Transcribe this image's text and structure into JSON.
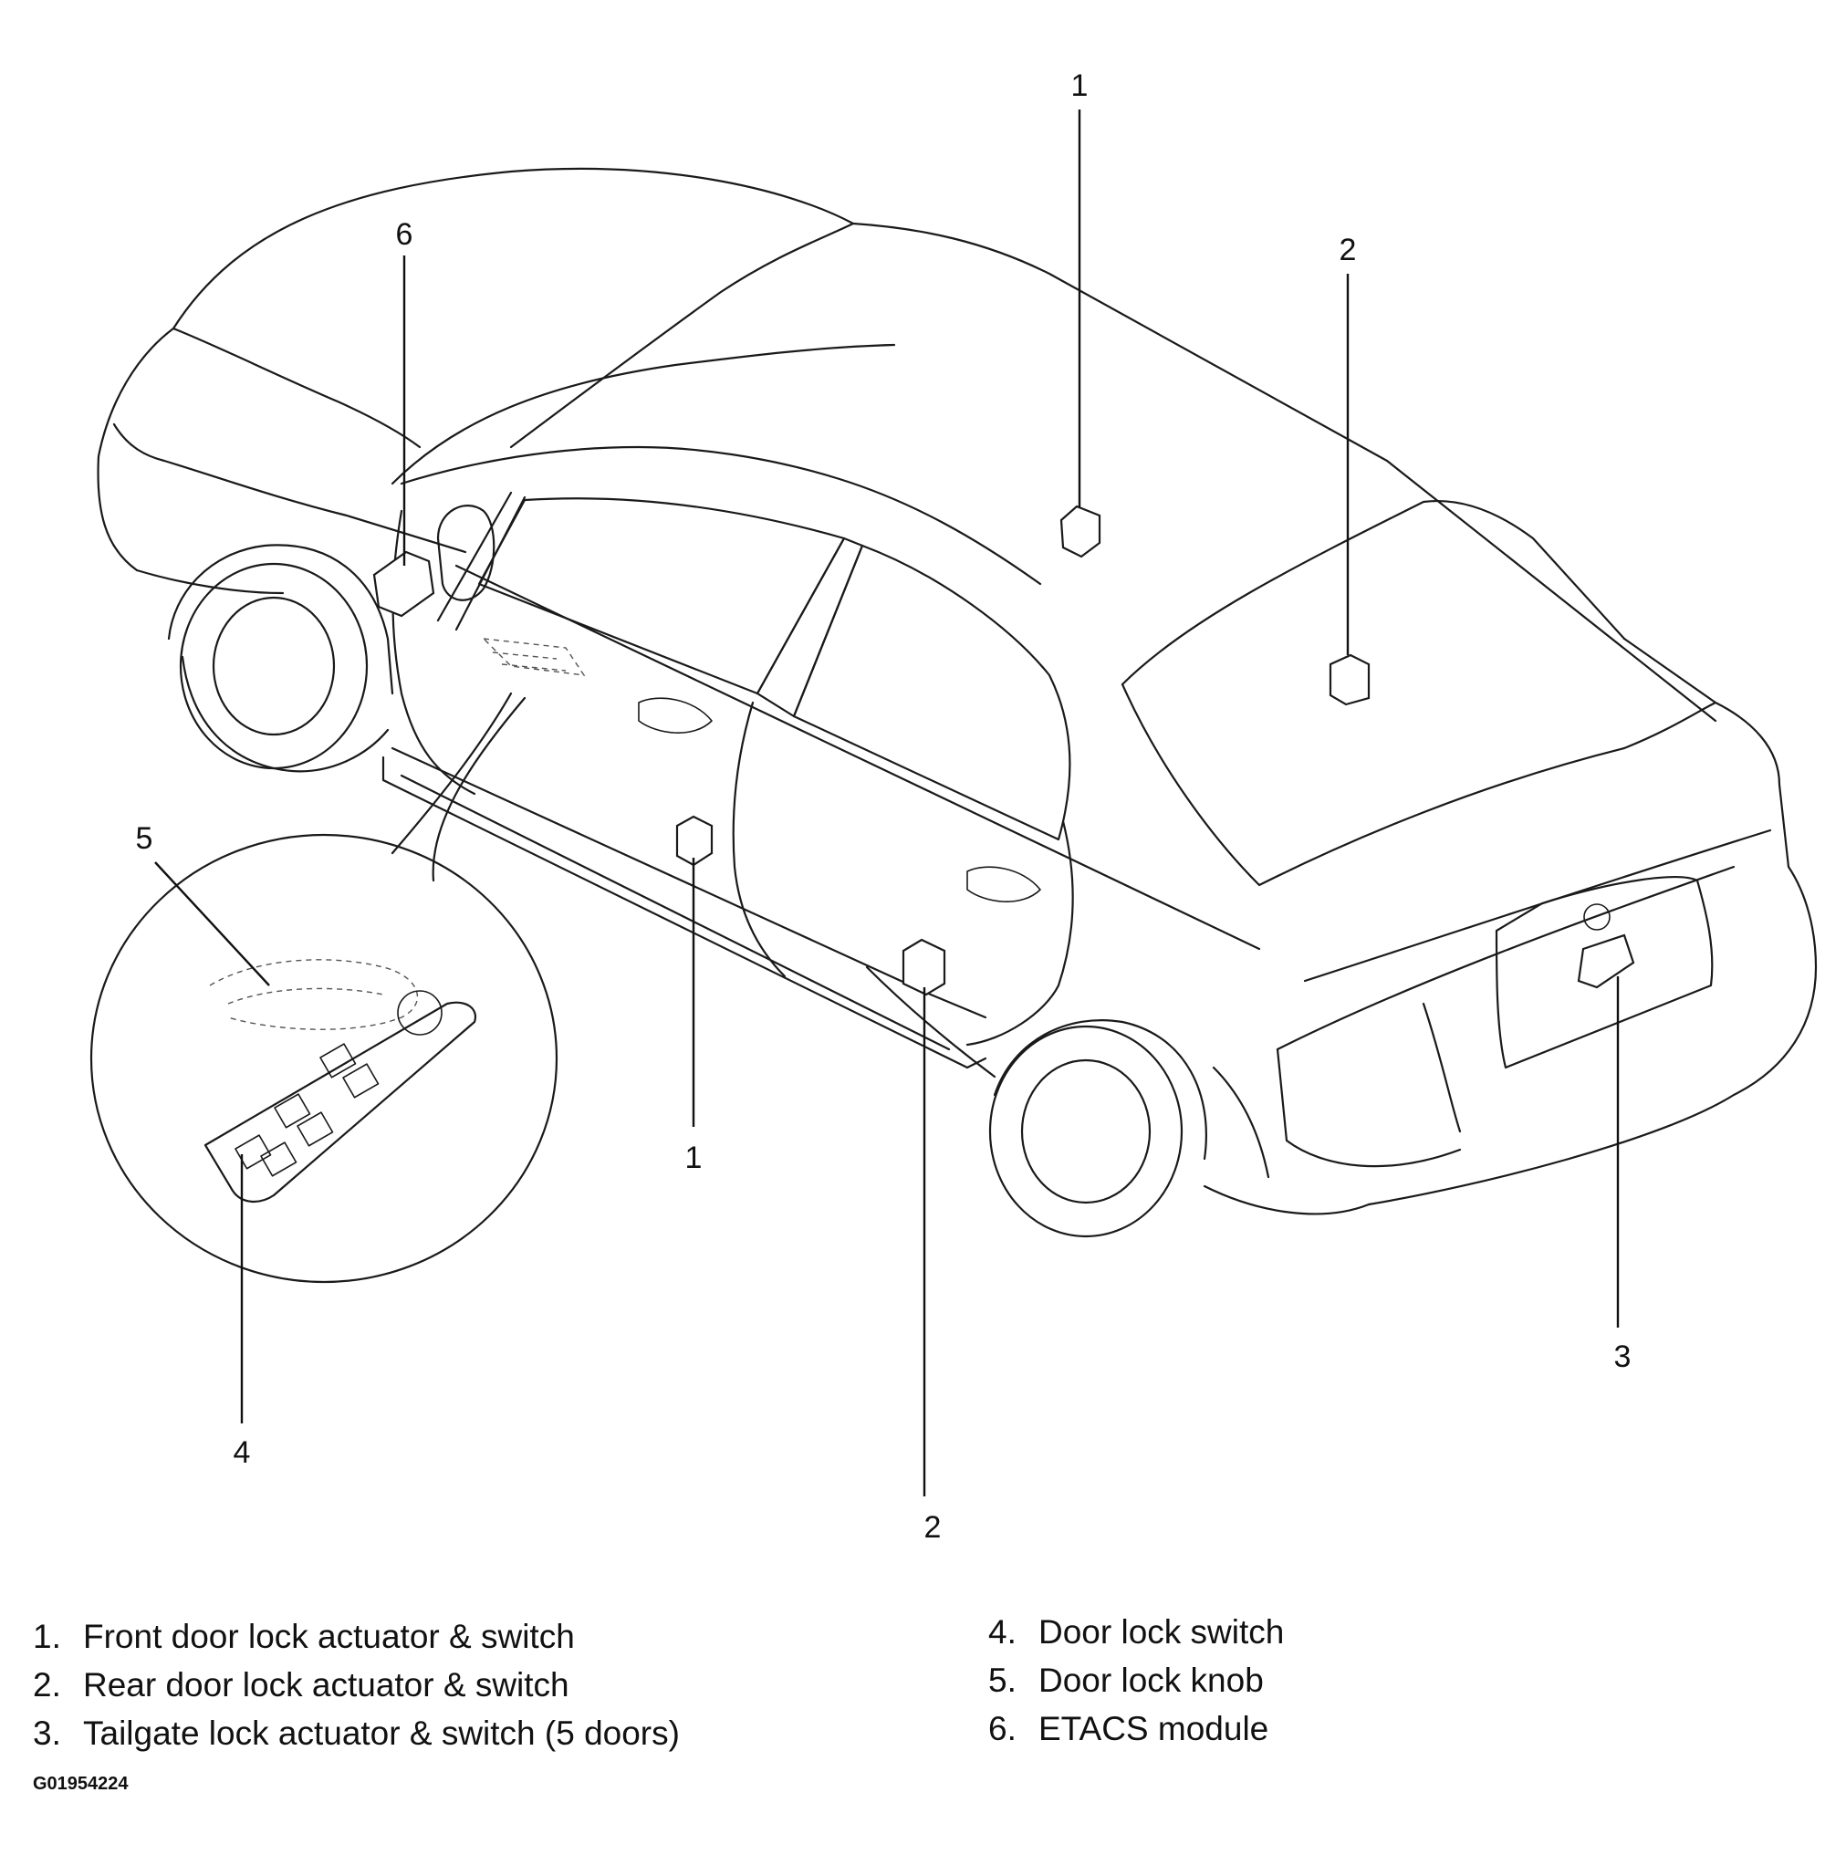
{
  "callouts": [
    {
      "id": "c1-top",
      "text": "1"
    },
    {
      "id": "c1-bottom",
      "text": "1"
    },
    {
      "id": "c2-top",
      "text": "2"
    },
    {
      "id": "c2-bottom",
      "text": "2"
    },
    {
      "id": "c3",
      "text": "3"
    },
    {
      "id": "c4",
      "text": "4"
    },
    {
      "id": "c5",
      "text": "5"
    },
    {
      "id": "c6",
      "text": "6"
    }
  ],
  "legend": {
    "left": [
      {
        "num": "1.",
        "label": "Front door lock actuator & switch"
      },
      {
        "num": "2.",
        "label": "Rear door lock actuator & switch"
      },
      {
        "num": "3.",
        "label": "Tailgate lock actuator & switch (5 doors)"
      }
    ],
    "right": [
      {
        "num": "4.",
        "label": "Door lock switch"
      },
      {
        "num": "5.",
        "label": "Door lock knob"
      },
      {
        "num": "6.",
        "label": "ETACS module"
      }
    ]
  },
  "figure_code": "G01954224",
  "colors": {
    "line": "#1a1a1a",
    "background": "#ffffff"
  }
}
